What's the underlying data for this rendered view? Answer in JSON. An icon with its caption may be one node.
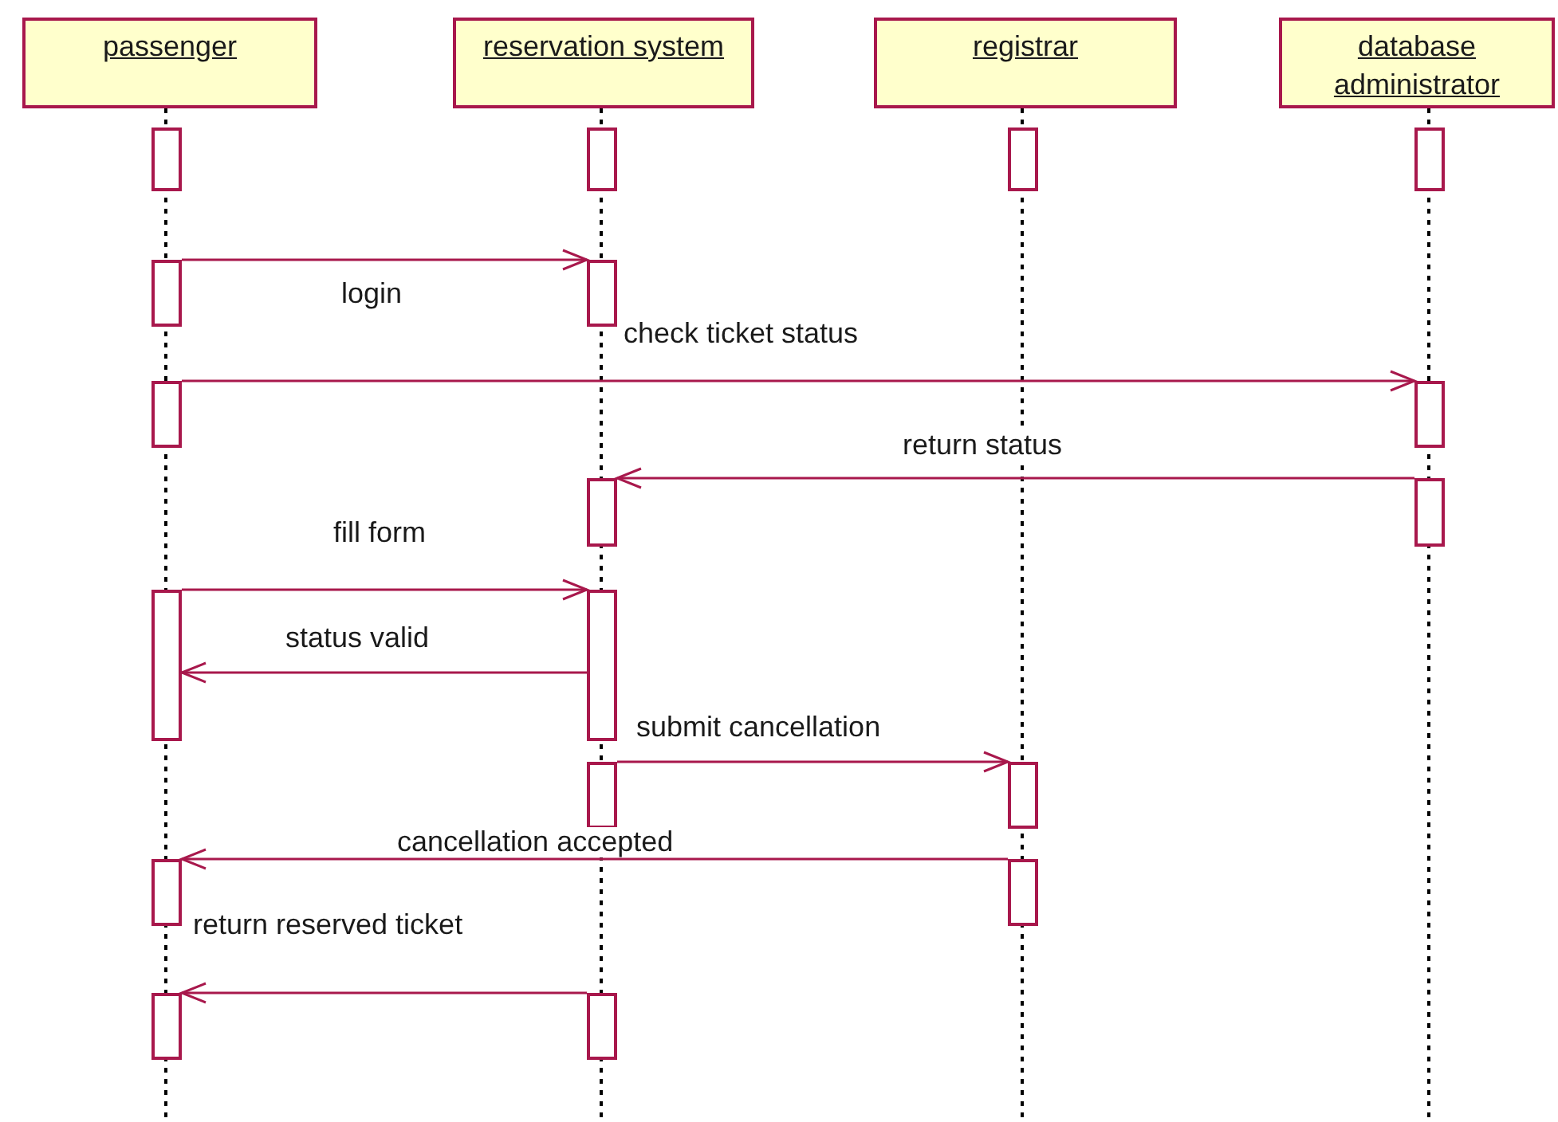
{
  "diagram": {
    "nodes": [
      {
        "text": [
          "passenger"
        ]
      },
      {
        "text": [
          "reservation system"
        ]
      },
      {
        "text": [
          "registrar"
        ]
      },
      {
        "text": [
          "database administrator"
        ]
      },
      {
        "text": [],
        "shape": "bar"
      },
      {
        "text": [],
        "shape": "bar"
      },
      {
        "text": [],
        "shape": "bar"
      },
      {
        "text": [],
        "shape": "bar"
      },
      {
        "text": [],
        "shape": "bar"
      },
      {
        "text": [],
        "shape": "bar"
      },
      {
        "text": [],
        "shape": "bar"
      },
      {
        "text": [],
        "shape": "bar"
      },
      {
        "text": [],
        "shape": "bar"
      },
      {
        "text": [],
        "shape": "bar"
      },
      {
        "text": [],
        "shape": "bar"
      },
      {
        "text": [],
        "shape": "bar"
      },
      {
        "text": [],
        "shape": "bar"
      },
      {
        "text": [],
        "shape": "bar"
      },
      {
        "text": [],
        "shape": "bar"
      },
      {
        "text": [],
        "shape": "bar"
      },
      {
        "text": [],
        "shape": "bar"
      },
      {
        "text": [],
        "shape": "bar"
      }
    ],
    "edges": [
      {
        "from": 8,
        "to": 9,
        "arrow": "to",
        "label": "login"
      },
      {
        "from": 10,
        "to": 11,
        "arrow": "to",
        "label": "check ticket status"
      },
      {
        "from": 13,
        "to": 12,
        "arrow": "to",
        "label": "return status"
      },
      {
        "from": 14,
        "to": 15,
        "arrow": "to",
        "label": "fill form"
      },
      {
        "from": 15,
        "to": 14,
        "arrow": "to",
        "label": "status valid"
      },
      {
        "from": 16,
        "to": 17,
        "arrow": "to",
        "label": "submit cancellation"
      },
      {
        "from": 19,
        "to": 18,
        "arrow": "to",
        "label": "cancellation accepted"
      },
      {
        "from": 21,
        "to": 20,
        "arrow": "to",
        "label": "return reserved ticket"
      }
    ]
  }
}
